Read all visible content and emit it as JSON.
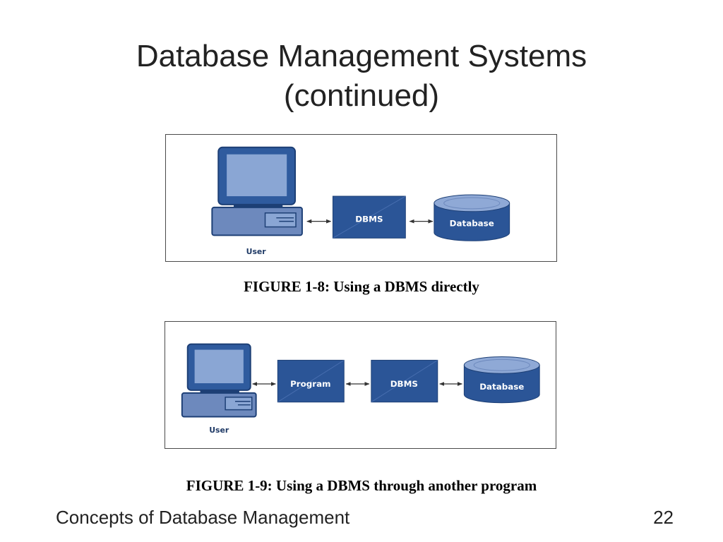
{
  "slide": {
    "title_line1": "Database Management Systems",
    "title_line2": "(continued)",
    "footer_left": "Concepts of Database Management",
    "page_number": "22"
  },
  "figure_1_8": {
    "caption": "FIGURE 1-8: Using a DBMS directly",
    "user_label": "User",
    "dbms_label": "DBMS",
    "database_label": "Database"
  },
  "figure_1_9": {
    "caption": "FIGURE 1-9: Using a DBMS through another program",
    "user_label": "User",
    "program_label": "Program",
    "dbms_label": "DBMS",
    "database_label": "Database"
  },
  "colors": {
    "box_fill": "#2b5597",
    "box_dark": "#1d3f75",
    "screen": "#8aa6d4",
    "monitor_body": "#2f5b9e",
    "cpu_body": "#6d89bd",
    "cylinder_top": "#8fa9d6"
  }
}
